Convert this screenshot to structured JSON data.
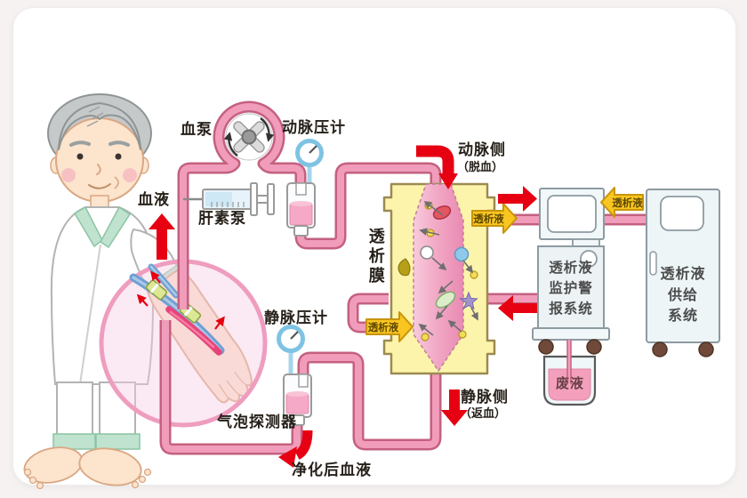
{
  "labels": {
    "blood": "血液",
    "blood_pump": "血泵",
    "arterial_pressure_gauge": "动脉压计",
    "heparin_pump": "肝素泵",
    "dialysis_membrane": "透析膜",
    "arterial_side": "动脉侧",
    "arterial_side_note": "（脱血）",
    "venous_side": "静脉侧",
    "venous_side_note": "（返血）",
    "venous_pressure_gauge": "静脉压计",
    "bubble_detector": "气泡探测器",
    "purified_blood": "净化后血液",
    "waste_liquid": "废液"
  },
  "dialysate_arrows": {
    "top_outlet": "透析液",
    "bottom_inlet": "透析液",
    "between_machines": "透析液"
  },
  "machines": {
    "monitor": {
      "name_lines": [
        "透析液",
        "监护警",
        "报系统"
      ]
    },
    "supply": {
      "name_lines": [
        "透析液",
        "供给",
        "系统"
      ]
    }
  },
  "colors": {
    "tube_fill": "#f09cba",
    "tube_edge": "#c4607f",
    "red_arrow": "#e60012",
    "dialysate_arrow_fill": "#f9c520",
    "dialysate_arrow_edge": "#c8940a",
    "dialyzer_shell": "#fdf4ab",
    "dialyzer_shell_edge": "#9c8a52",
    "blood_column": "#ef9ec2",
    "machine_fill": "#eef4f6",
    "machine_edge": "#8d9ba1",
    "waste_fluid": "#f4a0bd",
    "highlight_circle": "#ef9dbf",
    "skin": "#fce4cd",
    "hair": "#c6c9c9",
    "clothes_trim": "#bfe3cf"
  }
}
